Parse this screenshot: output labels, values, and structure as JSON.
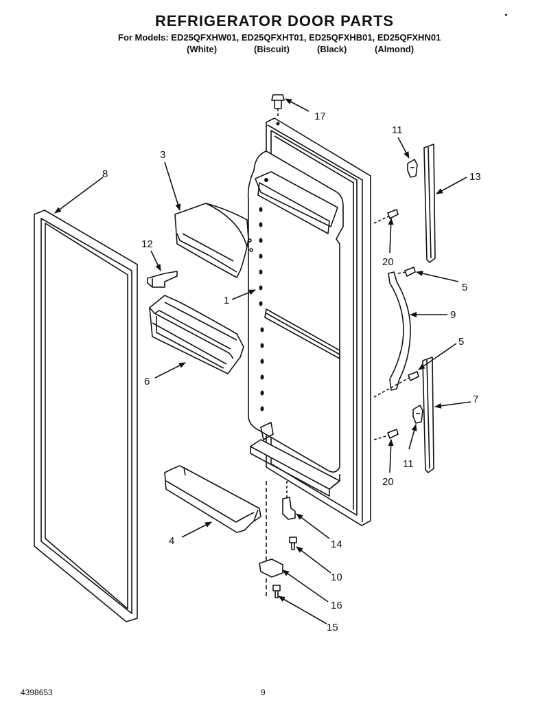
{
  "header": {
    "title": "REFRIGERATOR DOOR PARTS",
    "models": "For Models: ED25QFXHW01, ED25QFXHT01, ED25QFXHB01, ED25QFXHN01",
    "variants": [
      "(White)",
      "(Biscuit)",
      "(Black)",
      "(Almond)"
    ]
  },
  "callouts": [
    {
      "id": "c17",
      "text": "17"
    },
    {
      "id": "c11a",
      "text": "11"
    },
    {
      "id": "c13",
      "text": "13"
    },
    {
      "id": "c3",
      "text": "3"
    },
    {
      "id": "c8",
      "text": "8"
    },
    {
      "id": "c12",
      "text": "12"
    },
    {
      "id": "c20a",
      "text": "20"
    },
    {
      "id": "c5a",
      "text": "5"
    },
    {
      "id": "c1",
      "text": "1"
    },
    {
      "id": "c9",
      "text": "9"
    },
    {
      "id": "c5b",
      "text": "5"
    },
    {
      "id": "c6",
      "text": "6"
    },
    {
      "id": "c7",
      "text": "7"
    },
    {
      "id": "c11b",
      "text": "11"
    },
    {
      "id": "c20b",
      "text": "20"
    },
    {
      "id": "c4",
      "text": "4"
    },
    {
      "id": "c14",
      "text": "14"
    },
    {
      "id": "c10",
      "text": "10"
    },
    {
      "id": "c16",
      "text": "16"
    },
    {
      "id": "c15",
      "text": "15"
    }
  ],
  "footer": {
    "doc_number": "4398653",
    "page_number": "9"
  }
}
